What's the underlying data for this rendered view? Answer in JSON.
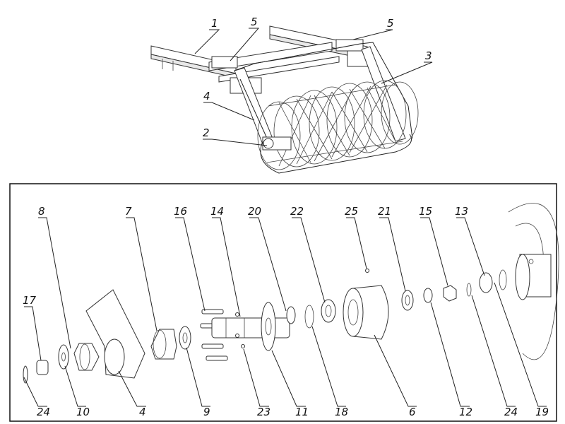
{
  "assembly_view": {
    "callouts": [
      "1",
      "5",
      "5",
      "3",
      "4",
      "2"
    ]
  },
  "exploded_view": {
    "callouts": [
      "8",
      "7",
      "16",
      "14",
      "20",
      "22",
      "25",
      "21",
      "15",
      "13",
      "17",
      "24",
      "10",
      "4",
      "9",
      "23",
      "11",
      "18",
      "6",
      "12",
      "24",
      "19"
    ]
  }
}
